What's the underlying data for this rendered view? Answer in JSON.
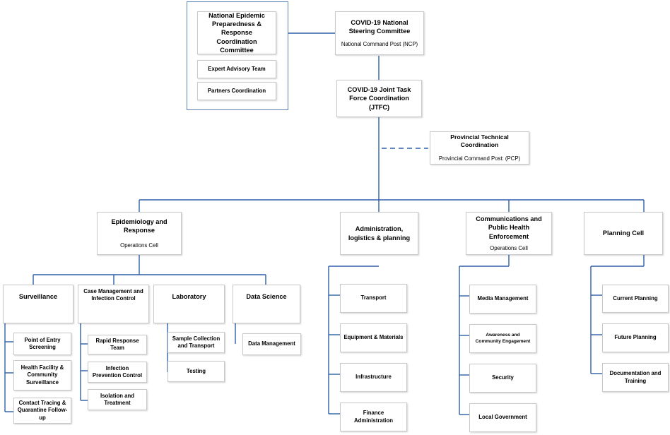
{
  "national_epidemic": {
    "title": "National Epidemic Preparedness & Response Coordination Committee",
    "teams": [
      "Expert Advisory Team",
      "Partners Coordination"
    ]
  },
  "steering": {
    "title": "COVID-19 National Steering Committee",
    "subtitle": "National Command Post (NCP)"
  },
  "jtfc": {
    "title": "COVID-19 Joint Task Force Coordination (JTFC)"
  },
  "provincial": {
    "title": "Provincial Technical Coordination",
    "subtitle": "Provincial Command Post: (PCP)"
  },
  "epidemiology": {
    "title": "Epidemiology and Response",
    "subtitle": "Operations Cell",
    "units": [
      {
        "title": "Surveillance",
        "items": [
          "Point of Entry Screening",
          "Health Facility & Community Surveillance",
          "Contact Tracing & Quarantine Follow-up"
        ]
      },
      {
        "title": "Case Management and Infection Control",
        "items": [
          "Rapid Response Team",
          "Infection Prevention Control",
          "Isolation and Treatment"
        ]
      },
      {
        "title": "Laboratory",
        "items": [
          "Sample Collection and Transport",
          "Testing"
        ]
      },
      {
        "title": "Data Science",
        "items": [
          "Data Management"
        ]
      }
    ]
  },
  "administration": {
    "title": "Administration, logistics & planning",
    "items": [
      "Transport",
      "Equipment & Materials",
      "Infrastructure",
      "Finance Administration"
    ]
  },
  "communications": {
    "title": "Communications and Public Health Enforcement",
    "subtitle": "Operations Cell",
    "items": [
      "Media Management",
      "Awareness and Community Engagement",
      "Security",
      "Local Government"
    ]
  },
  "planning": {
    "title": "Planning Cell",
    "items": [
      "Current Planning",
      "Future Planning",
      "Documentation and Training"
    ]
  },
  "colors": {
    "connector": "#2e5fa8",
    "frame": "#5b7fb7",
    "box_border": "#c9c9c9"
  }
}
